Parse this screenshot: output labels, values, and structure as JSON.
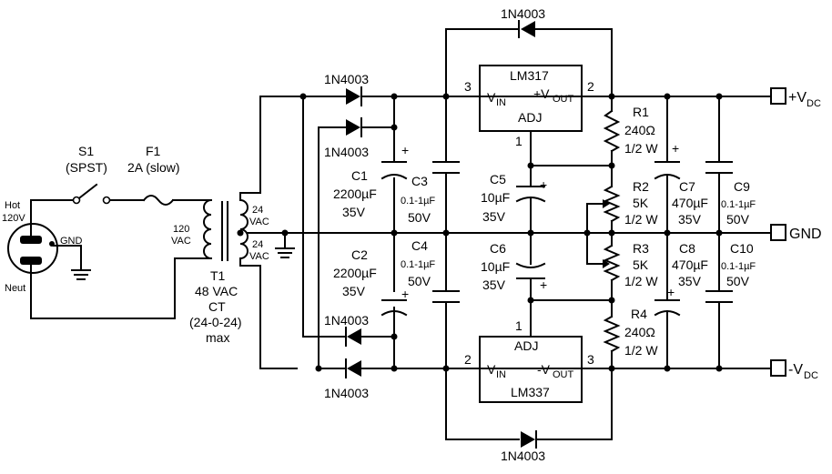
{
  "mains": {
    "hot": "Hot",
    "voltage": "120V",
    "gnd": "GND",
    "neut": "Neut"
  },
  "switch": {
    "ref": "S1",
    "type": "(SPST)"
  },
  "fuse": {
    "ref": "F1",
    "rating": "2A (slow)"
  },
  "transformer": {
    "primary_value": "120",
    "primary_unit": "VAC",
    "sec_top_value": "24",
    "sec_top_unit": "VAC",
    "sec_bot_value": "24",
    "sec_bot_unit": "VAC",
    "ref": "T1",
    "line1": "48 VAC",
    "line2": "CT",
    "line3": "(24-0-24)",
    "line4": "max"
  },
  "diodes": {
    "d1": "1N4003",
    "d2": "1N4003",
    "d3": "1N4003",
    "d4": "1N4003",
    "d_top": "1N4003",
    "d_bot": "1N4003"
  },
  "caps": {
    "c1_ref": "C1",
    "c1_val": "2200µF",
    "c1_v": "35V",
    "c2_ref": "C2",
    "c2_val": "2200µF",
    "c2_v": "35V",
    "c3_ref": "C3",
    "c3_val": "0.1-1µF",
    "c3_v": "50V",
    "c4_ref": "C4",
    "c4_val": "0.1-1µF",
    "c4_v": "50V",
    "c5_ref": "C5",
    "c5_val": "10µF",
    "c5_v": "35V",
    "c6_ref": "C6",
    "c6_val": "10µF",
    "c6_v": "35V",
    "c7_ref": "C7",
    "c7_val": "470µF",
    "c7_v": "35V",
    "c8_ref": "C8",
    "c8_val": "470µF",
    "c8_v": "35V",
    "c9_ref": "C9",
    "c9_val": "0.1-1µF",
    "c9_v": "50V",
    "c10_ref": "C10",
    "c10_val": "0.1-1µF",
    "c10_v": "50V",
    "plus": "+"
  },
  "reg_pos": {
    "name": "LM317",
    "vin": "V",
    "vin_sub": "IN",
    "vout": "+V",
    "vout_sub": "OUT",
    "adj": "ADJ",
    "pin_in": "3",
    "pin_out": "2",
    "pin_adj": "1"
  },
  "reg_neg": {
    "name": "LM337",
    "vin": "V",
    "vin_sub": "IN",
    "vout": "-V",
    "vout_sub": "OUT",
    "adj": "ADJ",
    "pin_in": "2",
    "pin_out": "3",
    "pin_adj": "1"
  },
  "resistors": {
    "r1_ref": "R1",
    "r1_val": "240Ω",
    "r1_w": "1/2 W",
    "r2_ref": "R2",
    "r2_val": "5K",
    "r2_w": "1/2 W",
    "r3_ref": "R3",
    "r3_val": "5K",
    "r3_w": "1/2 W",
    "r4_ref": "R4",
    "r4_val": "240Ω",
    "r4_w": "1/2 W"
  },
  "outputs": {
    "pos": "+V",
    "pos_sub": "DC",
    "gnd": "GND",
    "neg": "-V",
    "neg_sub": "DC"
  }
}
